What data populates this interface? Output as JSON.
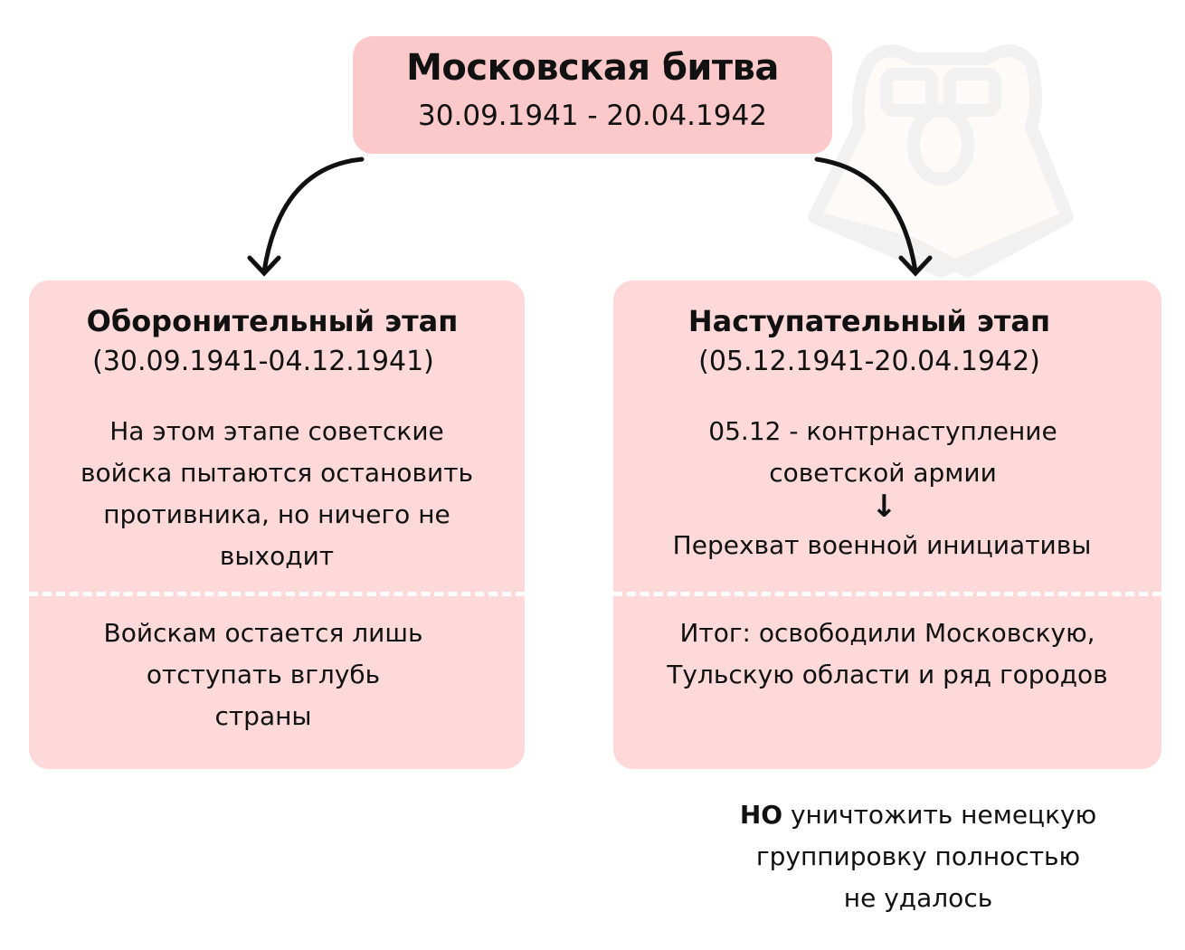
{
  "main": {
    "title": "Московская битва",
    "dates": "30.09.1941 - 20.04.1942"
  },
  "left": {
    "heading": "Оборонительный этап",
    "dates": "(30.09.1941-04.12.1941)",
    "lines": [
      "На этом этапе советские",
      "войска пытаются остановить",
      "противника, но ничего не",
      "выходит"
    ],
    "result": [
      "Войскам остается лишь",
      "отступать вглубь",
      "страны"
    ]
  },
  "right": {
    "heading": "Наступательный этап",
    "dates": "(05.12.1941-20.04.1942)",
    "lines": [
      "05.12 - контрнаступление",
      "советской армии"
    ],
    "consequence": "Перехват военной инициативы",
    "result": [
      "Итог: освободили Московскую,",
      "Тульскую области и ряд городов"
    ]
  },
  "note": {
    "bold": "НО",
    "rest": " уничтожить немецкую",
    "line2": "группировку полностью",
    "line3": "не удалось"
  },
  "colors": {
    "main_box": "#fbc9c9",
    "stage_box": "#fdd9d9"
  }
}
